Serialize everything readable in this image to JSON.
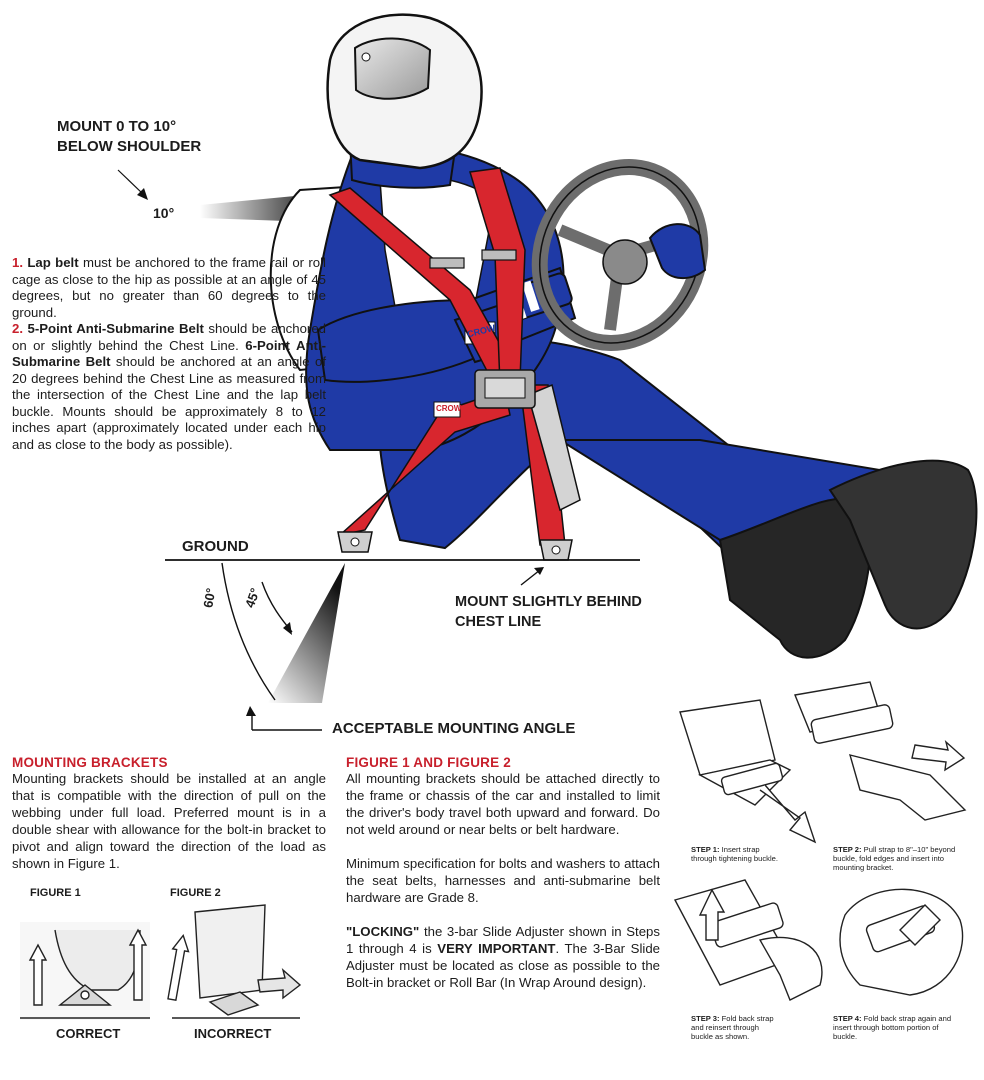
{
  "callouts": {
    "mount_shoulder_line1": "MOUNT 0 TO 10°",
    "mount_shoulder_line2": "BELOW SHOULDER",
    "shoulder_angle": "10°",
    "ground": "GROUND",
    "angle_60": "60°",
    "angle_45": "45°",
    "mount_behind_line1": "MOUNT SLIGHTLY BEHIND",
    "mount_behind_line2": "CHEST LINE",
    "acceptable_angle": "ACCEPTABLE MOUNTING ANGLE"
  },
  "belt_text": {
    "item1_num": "1.",
    "item1_bold": "Lap belt",
    "item1_text": " must be anchored to the frame rail or roll cage as close to the hip as possible at an angle of 45 degrees, but no greater than 60 degrees to the ground.",
    "item2_num": "2.",
    "item2_bold": "5-Point Anti-Submarine Belt",
    "item2_text": " should be anchored on or slightly behind the Chest Line.",
    "item3_bold": "6-Point Anti-Submarine Belt",
    "item3_text": " should be anchored at an angle of 20 degrees behind the Chest Line as measured from the intersection of the Chest Line and the lap belt buckle. Mounts should be approximately 8 to 12 inches apart (approximately located under each hip and as close to the body as possible)."
  },
  "brand_logo": "CROW",
  "mounting_brackets": {
    "title": "MOUNTING BRACKETS",
    "body": "Mounting brackets should be installed at an angle that is compatible with the direction of pull on the webbing under full load. Preferred mount is in a double shear with allowance for the bolt-in bracket to pivot and align toward the direction of the load as shown in Figure 1.",
    "figure1_label": "FIGURE 1",
    "figure2_label": "FIGURE 2",
    "figure1_caption": "CORRECT",
    "figure2_caption": "INCORRECT"
  },
  "figures_section": {
    "title": "FIGURE 1 AND FIGURE 2",
    "para1": "All mounting brackets should be attached directly to the frame or chassis of the car and installed to limit the driver's body travel both upward and forward. Do not weld around or near belts or belt hardware.",
    "para2": "Minimum specification for bolts and washers to attach the seat belts, harnesses and anti-submarine belt hardware are Grade 8.",
    "para3_bold1": "\"LOCKING\"",
    "para3_text1": " the 3-bar Slide Adjuster shown in Steps 1 through 4 is ",
    "para3_bold2": "VERY IMPORTANT",
    "para3_text2": ". The 3-Bar Slide Adjuster must be located as close as possible to the Bolt-in bracket or Roll Bar (In Wrap Around design)."
  },
  "steps": [
    {
      "label": "STEP 1:",
      "text": " Insert strap through tightening buckle."
    },
    {
      "label": "STEP 2:",
      "text": " Pull strap to 8\"–10\" beyond buckle, fold edges and insert into mounting bracket."
    },
    {
      "label": "STEP 3:",
      "text": " Fold back strap and reinsert through buckle as shown."
    },
    {
      "label": "STEP 4:",
      "text": " Fold back strap again and insert through bottom portion of buckle."
    }
  ],
  "colors": {
    "accent_red": "#c8202c",
    "suit_blue": "#1f3aa6",
    "belt_red": "#d8262e",
    "helmet": "#f4f4f4",
    "shoe": "#262626"
  }
}
